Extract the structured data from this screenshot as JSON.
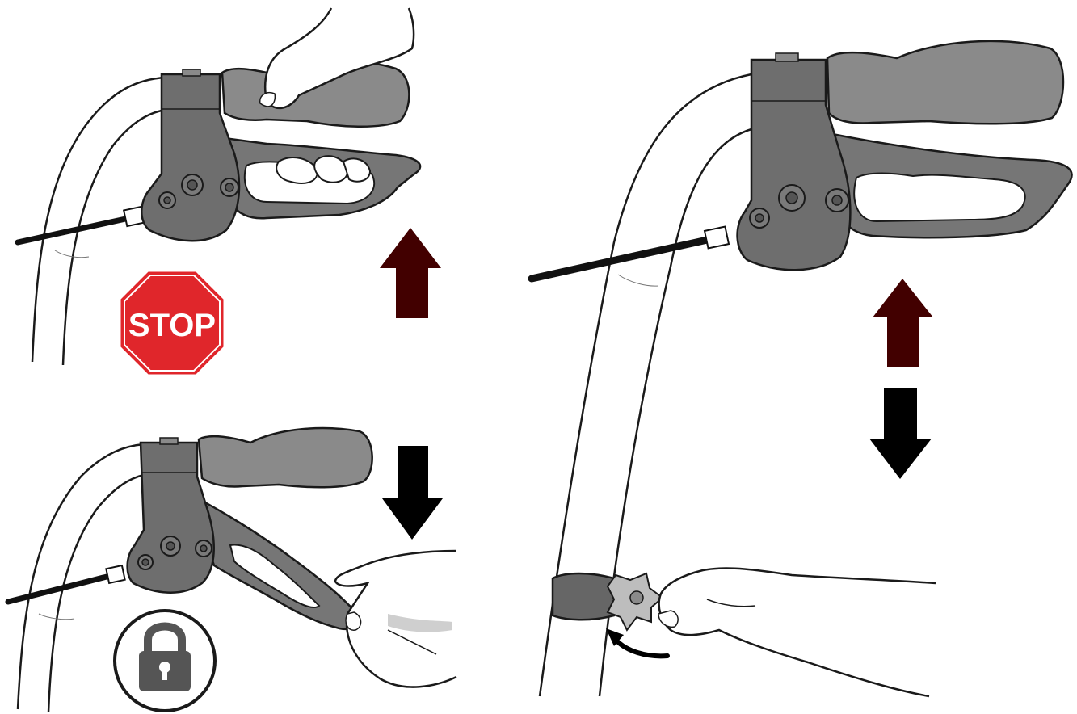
{
  "stop_sign": {
    "text": "STOP",
    "color": "#e0262b"
  },
  "colors": {
    "housing": "#6e6e6e",
    "housing_dark": "#5e5e5e",
    "grip": "#8a8a8a",
    "lever": "#767676",
    "outline": "#1a1a1a",
    "arrow_up": "#420000",
    "arrow_down": "#000000",
    "lock": "#555555"
  },
  "panels": [
    {
      "name": "brake-applied",
      "icon": "stop-sign-icon",
      "arrow": "up"
    },
    {
      "name": "parking-lock",
      "icon": "padlock-icon",
      "arrow": "down"
    },
    {
      "name": "tension-adjustment",
      "icon": "adjuster-knob",
      "arrow": "up-and-down"
    }
  ]
}
